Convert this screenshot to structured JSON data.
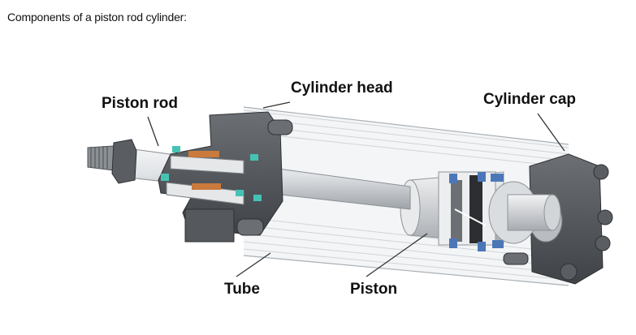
{
  "caption": "Components of a piston rod cylinder:",
  "labels": {
    "piston_rod": "Piston rod",
    "cylinder_head": "Cylinder head",
    "cylinder_cap": "Cylinder cap",
    "tube": "Tube",
    "piston": "Piston"
  },
  "colors": {
    "metal_dark": "#4f5358",
    "metal_light": "#c9ccd0",
    "seal_blue": "#4b77b8",
    "seal_teal": "#46c2b4",
    "bushing_orange": "#c97a3c"
  }
}
